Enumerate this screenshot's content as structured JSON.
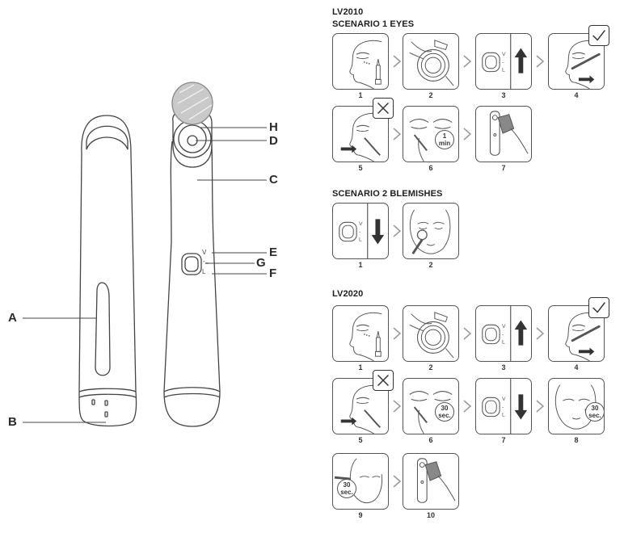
{
  "left_labels": {
    "A": "A",
    "B": "B",
    "C": "C",
    "D": "D",
    "E": "E",
    "F": "F",
    "G": "G",
    "H": "H"
  },
  "device_marks": {
    "v": "V",
    "l": "L"
  },
  "lv2010": {
    "model": "LV2010",
    "scenario1_title": "SCENARIO 1 EYES",
    "scenario1_steps": [
      {
        "num": "1",
        "icon": "eye-serum-icon"
      },
      {
        "num": "2",
        "icon": "tip-apply-icon"
      },
      {
        "num": "3",
        "icon": "button-up-icon"
      },
      {
        "num": "4",
        "icon": "under-eye-massage-icon",
        "badge": "check"
      },
      {
        "num": "5",
        "icon": "cheek-wrong-icon",
        "badge": "cross"
      },
      {
        "num": "6",
        "icon": "eye-timer-icon",
        "timer": "1",
        "timer_unit": "min"
      },
      {
        "num": "7",
        "icon": "clean-tip-icon"
      }
    ],
    "scenario2_title": "SCENARIO 2 BLEMISHES",
    "scenario2_steps": [
      {
        "num": "1",
        "icon": "button-down-icon"
      },
      {
        "num": "2",
        "icon": "blemish-face-icon"
      }
    ]
  },
  "lv2020": {
    "model": "LV2020",
    "steps": [
      {
        "num": "1",
        "icon": "eye-serum-icon"
      },
      {
        "num": "2",
        "icon": "tip-apply-icon"
      },
      {
        "num": "3",
        "icon": "button-up-icon"
      },
      {
        "num": "4",
        "icon": "under-eye-massage-icon",
        "badge": "check"
      },
      {
        "num": "5",
        "icon": "cheek-wrong-icon",
        "badge": "cross"
      },
      {
        "num": "6",
        "icon": "eye-timer-icon",
        "timer": "30",
        "timer_unit": "sec."
      },
      {
        "num": "7",
        "icon": "button-down-icon"
      },
      {
        "num": "8",
        "icon": "face-timer-icon",
        "timer": "30",
        "timer_unit": "sec."
      },
      {
        "num": "9",
        "icon": "side-face-timer-icon",
        "timer": "30",
        "timer_unit": "sec."
      },
      {
        "num": "10",
        "icon": "clean-tip-icon"
      }
    ]
  }
}
